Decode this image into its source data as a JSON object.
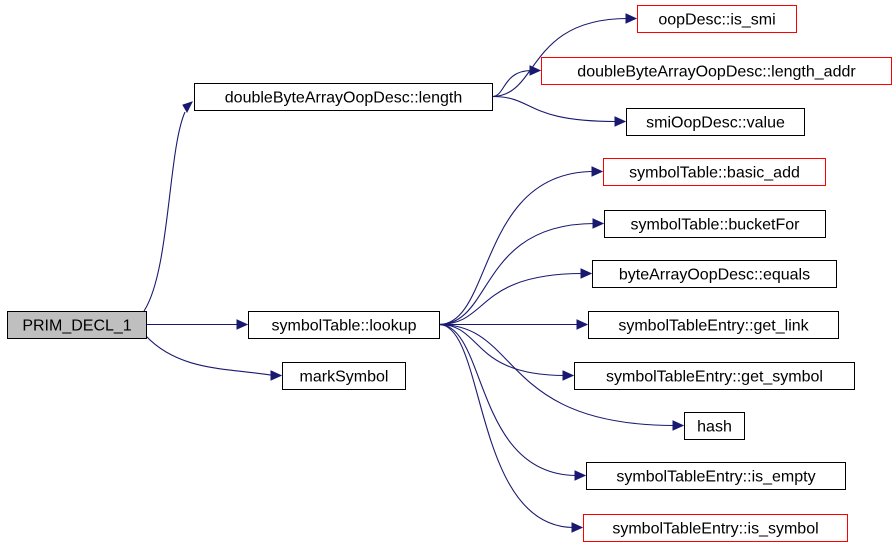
{
  "colors": {
    "edge": "#191970",
    "normal_border": "#000000",
    "truncated_border": "#ff0000",
    "current_fill": "#bfbfbf",
    "node_fill": "#ffffff"
  },
  "nodes": {
    "prim_decl_1": {
      "label": "PRIM_DECL_1",
      "style": "current"
    },
    "dbaod_length": {
      "label": "doubleByteArrayOopDesc::length",
      "style": "normal"
    },
    "oopdesc_is_smi": {
      "label": "oopDesc::is_smi",
      "style": "truncated"
    },
    "dbaod_length_addr": {
      "label": "doubleByteArrayOopDesc::length_addr",
      "style": "truncated"
    },
    "smioopdesc_value": {
      "label": "smiOopDesc::value",
      "style": "normal"
    },
    "symboltable_lookup": {
      "label": "symbolTable::lookup",
      "style": "normal"
    },
    "mark_symbol": {
      "label": "markSymbol",
      "style": "normal"
    },
    "symboltable_basic_add": {
      "label": "symbolTable::basic_add",
      "style": "truncated"
    },
    "symboltable_bucketfor": {
      "label": "symbolTable::bucketFor",
      "style": "normal"
    },
    "bytearrayoopdesc_equals": {
      "label": "byteArrayOopDesc::equals",
      "style": "normal"
    },
    "ste_get_link": {
      "label": "symbolTableEntry::get_link",
      "style": "normal"
    },
    "ste_get_symbol": {
      "label": "symbolTableEntry::get_symbol",
      "style": "normal"
    },
    "hash": {
      "label": "hash",
      "style": "normal"
    },
    "ste_is_empty": {
      "label": "symbolTableEntry::is_empty",
      "style": "normal"
    },
    "ste_is_symbol": {
      "label": "symbolTableEntry::is_symbol",
      "style": "truncated"
    }
  },
  "edges": [
    {
      "from": "prim_decl_1",
      "to": "dbaod_length"
    },
    {
      "from": "prim_decl_1",
      "to": "symboltable_lookup"
    },
    {
      "from": "prim_decl_1",
      "to": "mark_symbol"
    },
    {
      "from": "dbaod_length",
      "to": "oopdesc_is_smi"
    },
    {
      "from": "dbaod_length",
      "to": "dbaod_length_addr"
    },
    {
      "from": "dbaod_length",
      "to": "smioopdesc_value"
    },
    {
      "from": "symboltable_lookup",
      "to": "symboltable_basic_add"
    },
    {
      "from": "symboltable_lookup",
      "to": "symboltable_bucketfor"
    },
    {
      "from": "symboltable_lookup",
      "to": "bytearrayoopdesc_equals"
    },
    {
      "from": "symboltable_lookup",
      "to": "ste_get_link"
    },
    {
      "from": "symboltable_lookup",
      "to": "ste_get_symbol"
    },
    {
      "from": "symboltable_lookup",
      "to": "hash"
    },
    {
      "from": "symboltable_lookup",
      "to": "ste_is_empty"
    },
    {
      "from": "symboltable_lookup",
      "to": "ste_is_symbol"
    }
  ]
}
